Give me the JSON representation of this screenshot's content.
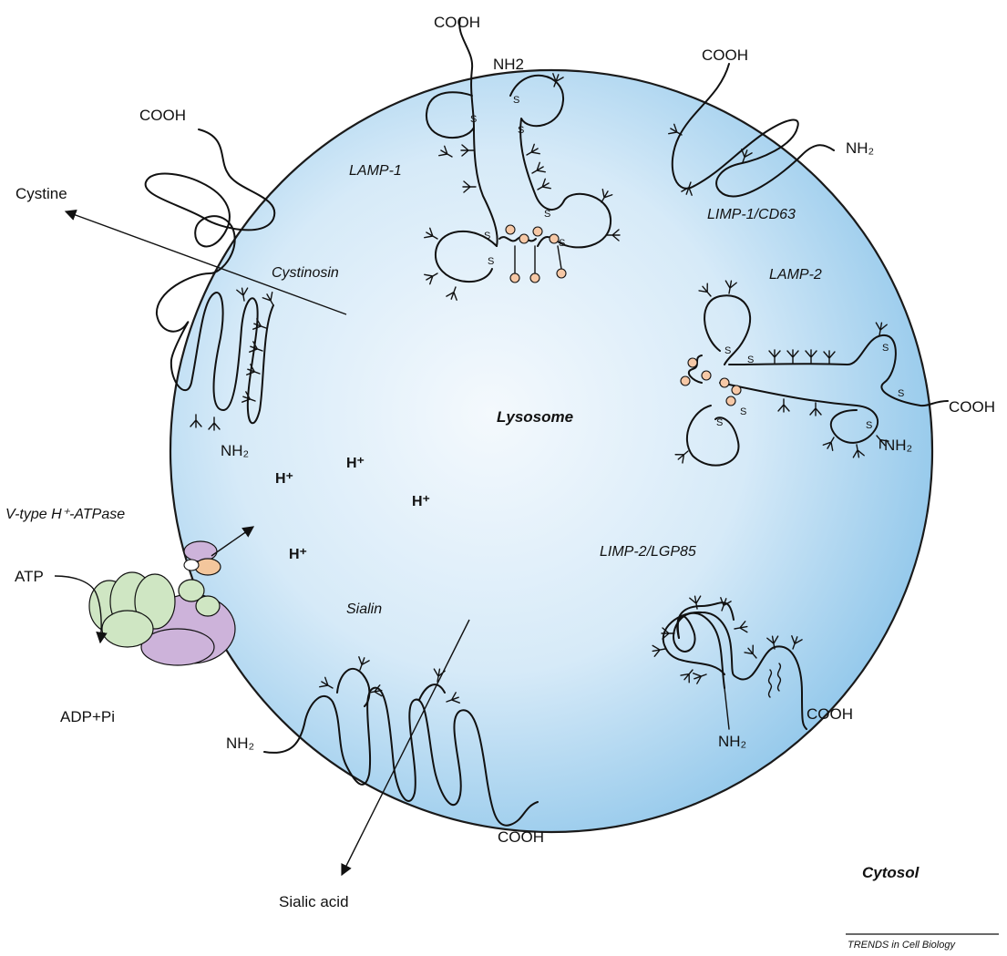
{
  "colors": {
    "lumen_light": "#eaf4fc",
    "lumen_dark": "#8fc6ea",
    "membrane": "#1a1a1a",
    "atpase_green": "#cfe6c3",
    "atpase_purple": "#cdb3da",
    "atpase_orange": "#f3c69c",
    "lamp_bead": "#f6c8a6"
  },
  "labels": {
    "lysosome": "Lysosome",
    "cytosol": "Cytosol",
    "lamp1": "LAMP-1",
    "lamp2": "LAMP-2",
    "limp1": "LIMP-1/CD63",
    "limp2": "LIMP-2/LGP85",
    "cystinosin": "Cystinosin",
    "sialin": "Sialin",
    "vatpase": "V-type H⁺-ATPase",
    "cystine": "Cystine",
    "sialic_acid": "Sialic acid",
    "atp": "ATP",
    "adp": "ADP+Pi",
    "h_plus": "H⁺",
    "cooh": "COOH",
    "nh2_lamp1": "NH2",
    "nh2": "NH₂",
    "s": "S",
    "source": "TRENDS in Cell Biology"
  },
  "icons": [
    "glycan-branch-icon",
    "disulfide-bond-icon",
    "arrow-icon",
    "v-atpase-complex-icon"
  ]
}
